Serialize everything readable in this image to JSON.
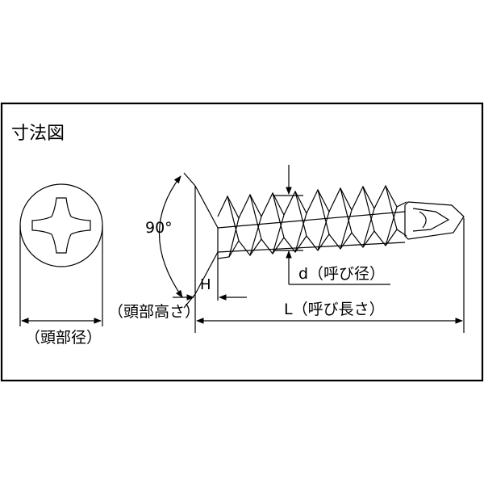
{
  "diagram": {
    "title": "寸法図",
    "angle_label": "90°",
    "labels": {
      "head_diameter": "（頭部径）",
      "head_height": "（頭部高さ）",
      "h": "H",
      "d": "d（呼び径）",
      "length": "L（呼び長さ）"
    },
    "colors": {
      "line": "#000000",
      "background": "#ffffff"
    }
  }
}
